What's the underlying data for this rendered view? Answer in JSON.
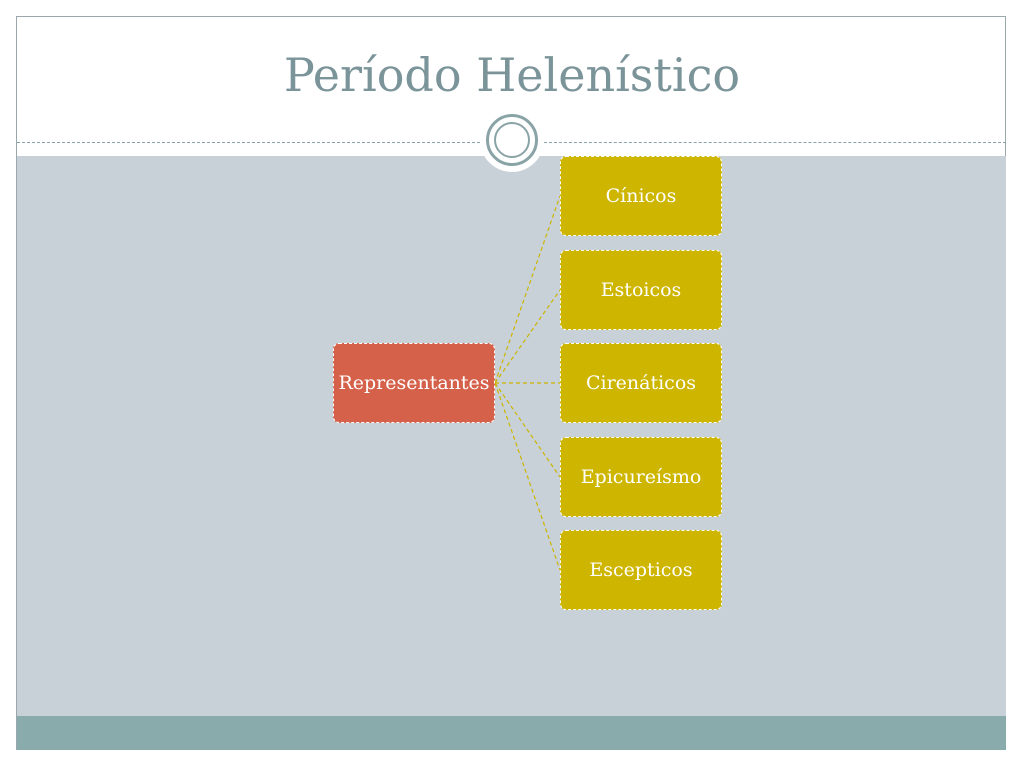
{
  "slide": {
    "title": "Período Helenístico"
  },
  "diagram": {
    "root": {
      "label": "Representantes",
      "color": "#d5614b"
    },
    "children": [
      {
        "label": "Cínicos"
      },
      {
        "label": "Estoicos"
      },
      {
        "label": "Cirenáticos"
      },
      {
        "label": "Epicureísmo"
      },
      {
        "label": "Escepticos"
      }
    ],
    "child_color": "#cdb500",
    "connector_color": "#cdb500"
  },
  "colors": {
    "title": "#7a9499",
    "body_band": "#c7d1d7",
    "bottom_band": "#8aabab",
    "ornament": "#8aa3a7"
  }
}
